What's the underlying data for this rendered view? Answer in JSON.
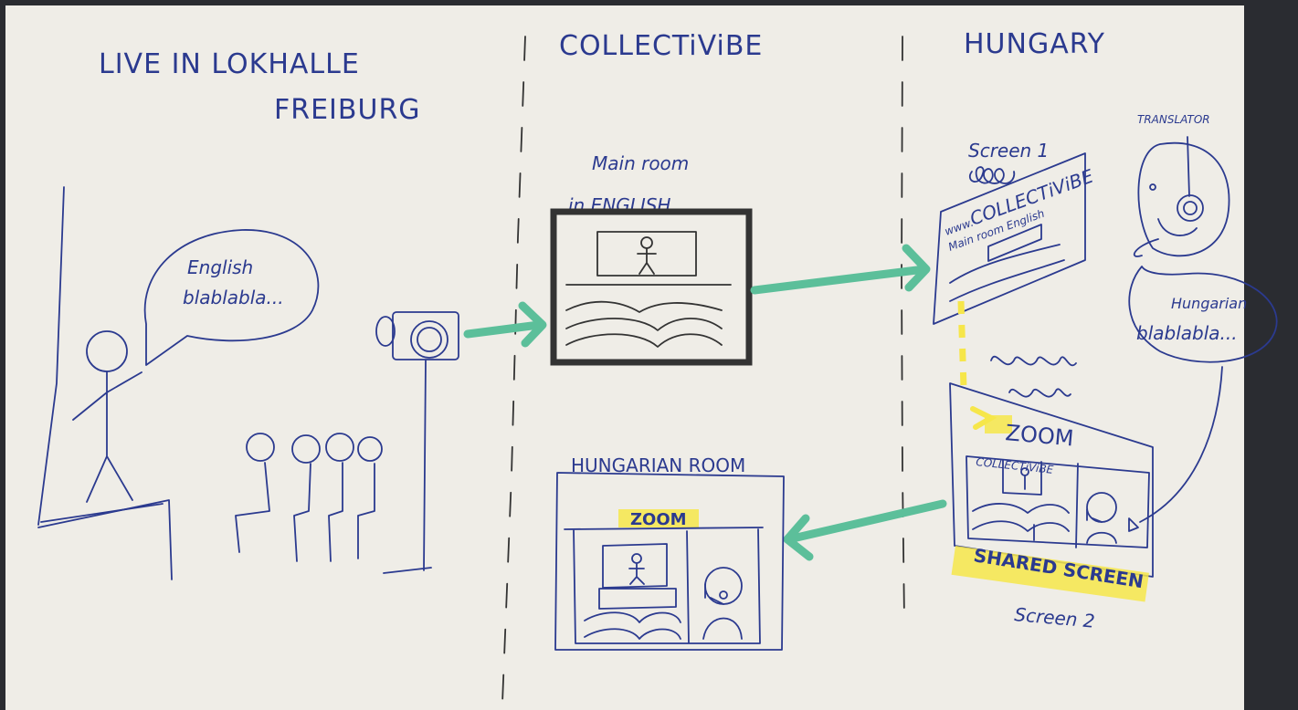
{
  "columns": {
    "live": {
      "line1": "LIVE   IN LOKHALLE",
      "line2": "FREIBURG"
    },
    "collectivibe": "COLLECTiViBE",
    "hungary": "HUNGARY"
  },
  "live_scene": {
    "speech_bubble": [
      "English",
      "blablabla..."
    ]
  },
  "main_room": {
    "line1": "Main room",
    "line2": "in ENGLISH"
  },
  "screen1": {
    "label": "Screen 1",
    "brand": "COLLECTiViBE",
    "url_prefix": "www.",
    "subtitle": "Main room English"
  },
  "translator": {
    "label": "TRANSLATOR",
    "speech_bubble": [
      "Hungarian",
      "blablabla..."
    ]
  },
  "screen2": {
    "zoom_label": "ZOOM",
    "brand": "COLLECTiViBE",
    "shared_label": "SHARED SCREEN",
    "label": "Screen 2"
  },
  "hungarian_room": {
    "title": "HUNGARIAN ROOM",
    "zoom_label": "ZOOM"
  },
  "colors": {
    "ink": "#2b3a8f",
    "arrow": "#5cbf9a",
    "highlight": "#f6e64a",
    "paper": "#efede7"
  }
}
